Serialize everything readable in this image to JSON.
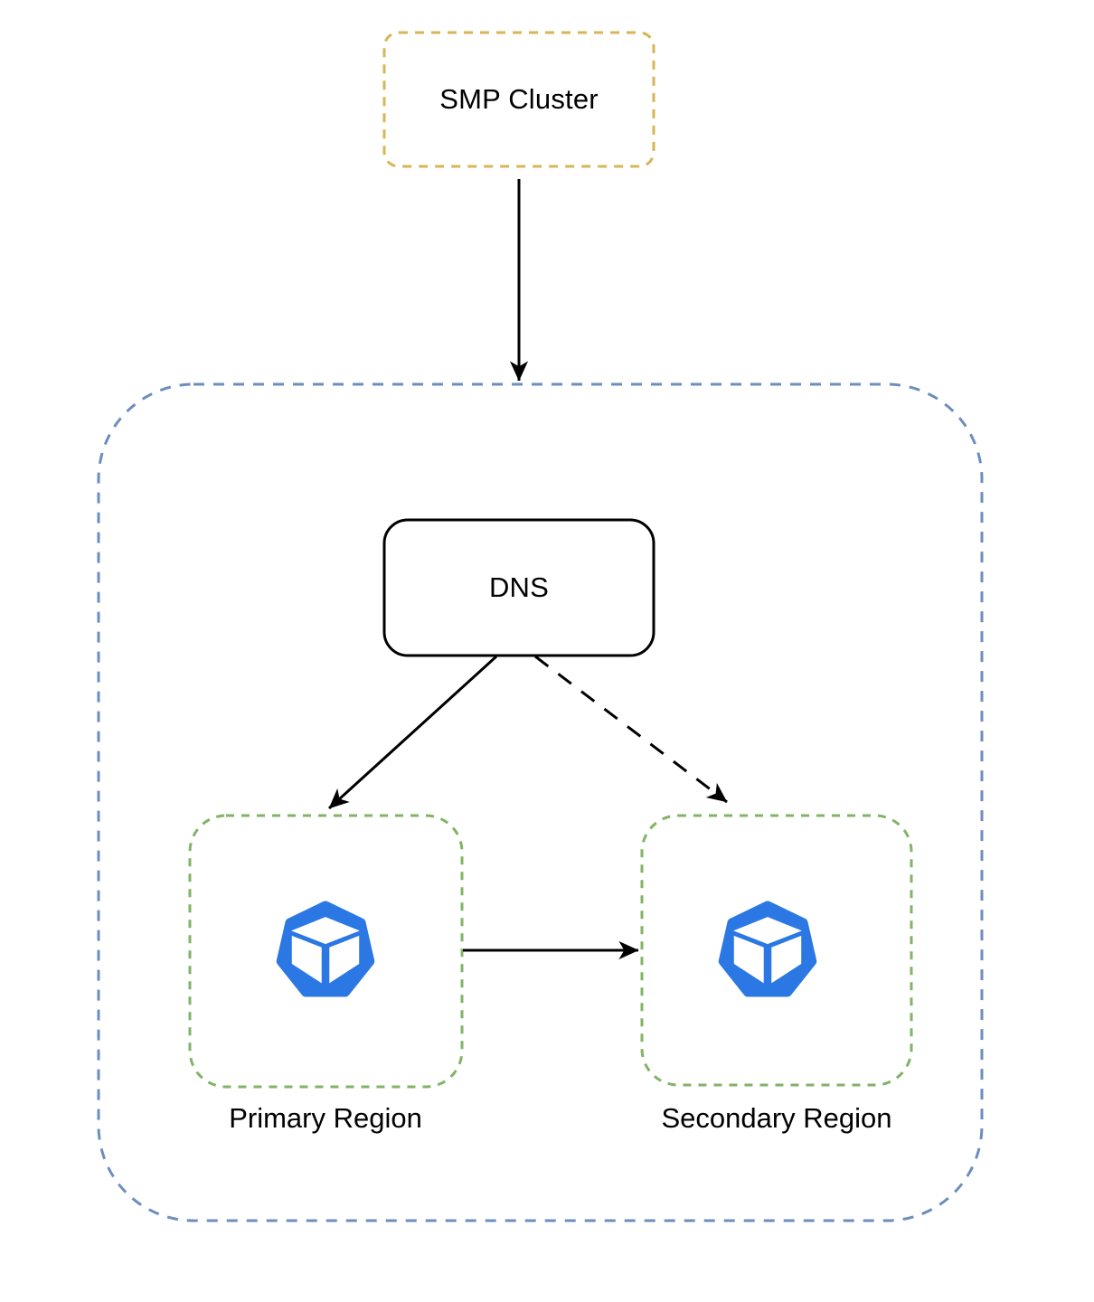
{
  "nodes": {
    "smp_cluster": {
      "label": "SMP Cluster"
    },
    "dns": {
      "label": "DNS"
    },
    "primary_region": {
      "label": "Primary Region"
    },
    "secondary_region": {
      "label": "Secondary Region"
    }
  },
  "edges": [
    {
      "from": "SMP Cluster",
      "to": "Regions container",
      "style": "solid-arrow"
    },
    {
      "from": "DNS",
      "to": "Primary Region",
      "style": "solid-arrow"
    },
    {
      "from": "DNS",
      "to": "Secondary Region",
      "style": "dashed-arrow"
    },
    {
      "from": "Primary Region",
      "to": "Secondary Region",
      "style": "solid-arrow"
    }
  ],
  "icons": {
    "primary": "cluster-cube-icon",
    "secondary": "cluster-cube-icon"
  },
  "colors": {
    "smp_border": "#d6b656",
    "container_border": "#6c8ebf",
    "region_border": "#82b366",
    "node_border": "#000000",
    "arrow": "#000000",
    "icon_blue": "#2b78e4",
    "icon_cube": "#ffffff",
    "background": "#ffffff",
    "text": "#000000"
  }
}
